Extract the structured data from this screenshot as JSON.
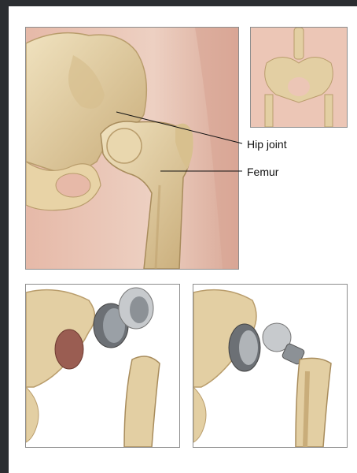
{
  "labels": {
    "hip_joint": "Hip joint",
    "femur": "Femur"
  },
  "colors": {
    "frame": "#2b2e31",
    "skin": "#e9c7b9",
    "bone": "#e3cfa3",
    "bone_shadow": "#b99d6c",
    "metal": "#b9bcc0",
    "metal_dark": "#6c7075",
    "marrow": "#9a5d52"
  },
  "icons": [
    "hip-anatomy-illustration",
    "pelvis-overview-illustration",
    "hip-implant-cup-illustration",
    "hip-implant-stem-illustration"
  ]
}
